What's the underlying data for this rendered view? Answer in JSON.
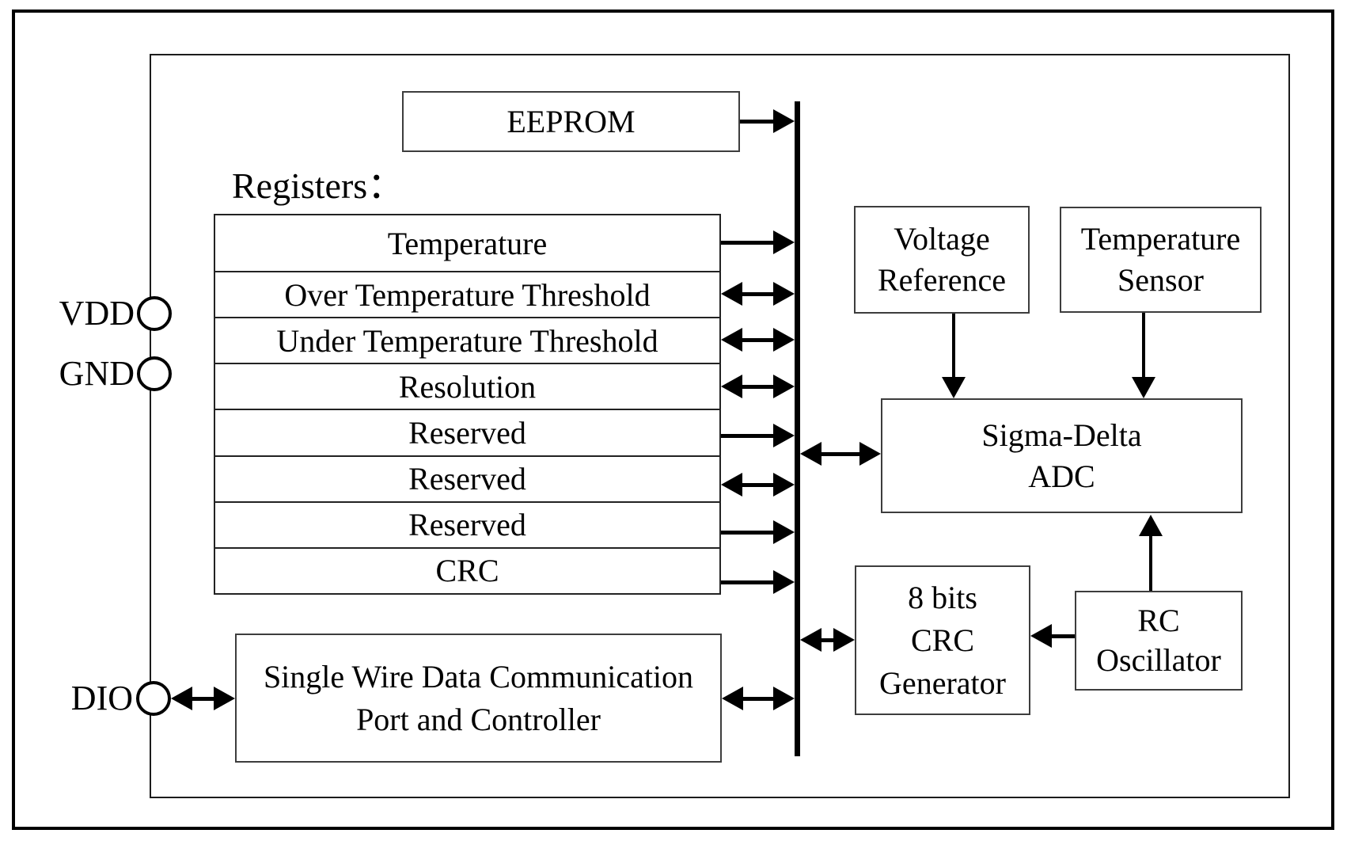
{
  "colors": {
    "ink": "#000000",
    "box_border": "#3d3d3d",
    "background": "#ffffff"
  },
  "pins": {
    "vdd": "VDD",
    "gnd": "GND",
    "dio": "DIO"
  },
  "eeprom_label": "EEPROM",
  "registers": {
    "heading": "Registers：",
    "rows": [
      "Temperature",
      "Over Temperature Threshold",
      "Under Temperature Threshold",
      "Resolution",
      "Reserved",
      "Reserved",
      "Reserved",
      "CRC"
    ]
  },
  "blocks": {
    "voltage_reference": {
      "line1": "Voltage",
      "line2": "Reference"
    },
    "temperature_sensor": {
      "line1": "Temperature",
      "line2": "Sensor"
    },
    "sigma_delta_adc": {
      "line1": "Sigma-Delta",
      "line2": "ADC"
    },
    "crc_generator": {
      "line1": "8 bits",
      "line2": "CRC",
      "line3": "Generator"
    },
    "rc_oscillator": {
      "line1": "RC",
      "line2": "Oscillator"
    },
    "single_wire_port": {
      "line1": "Single Wire Data Communication",
      "line2": "Port and Controller"
    }
  }
}
